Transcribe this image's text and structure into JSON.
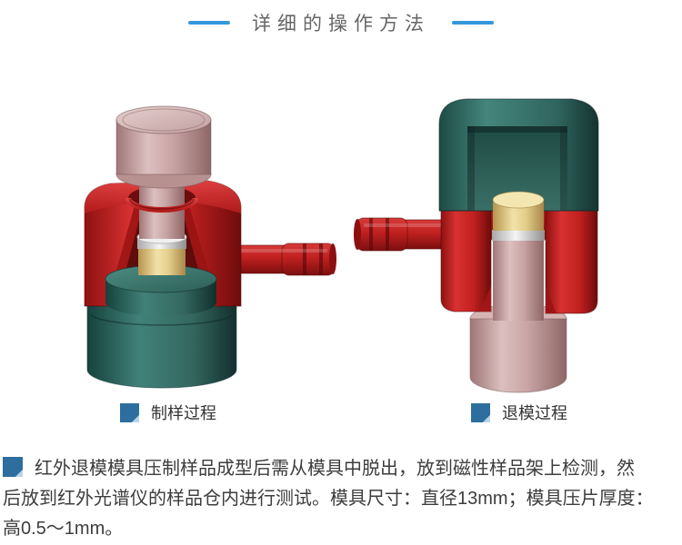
{
  "page": {
    "background": "#ffffff",
    "accent_blue": "#3398db",
    "bullet_blue": "#2d6e9e",
    "title_color": "#666666",
    "body_text_color": "#3d3d3d"
  },
  "header": {
    "title": "详细的操作方法"
  },
  "figures": [
    {
      "id": "molding",
      "caption": "制样过程"
    },
    {
      "id": "demolding",
      "caption": "退模过程"
    }
  ],
  "description": {
    "lines": [
      "红外退模模具压制样品成型后需从模具中脱出，放到磁性样品架上检测，然",
      "后放到红外光谱仪的样品仓内进行测试。模具尺寸：直径13mm；模具压片厚度：",
      "高0.5～1mm。"
    ]
  }
}
